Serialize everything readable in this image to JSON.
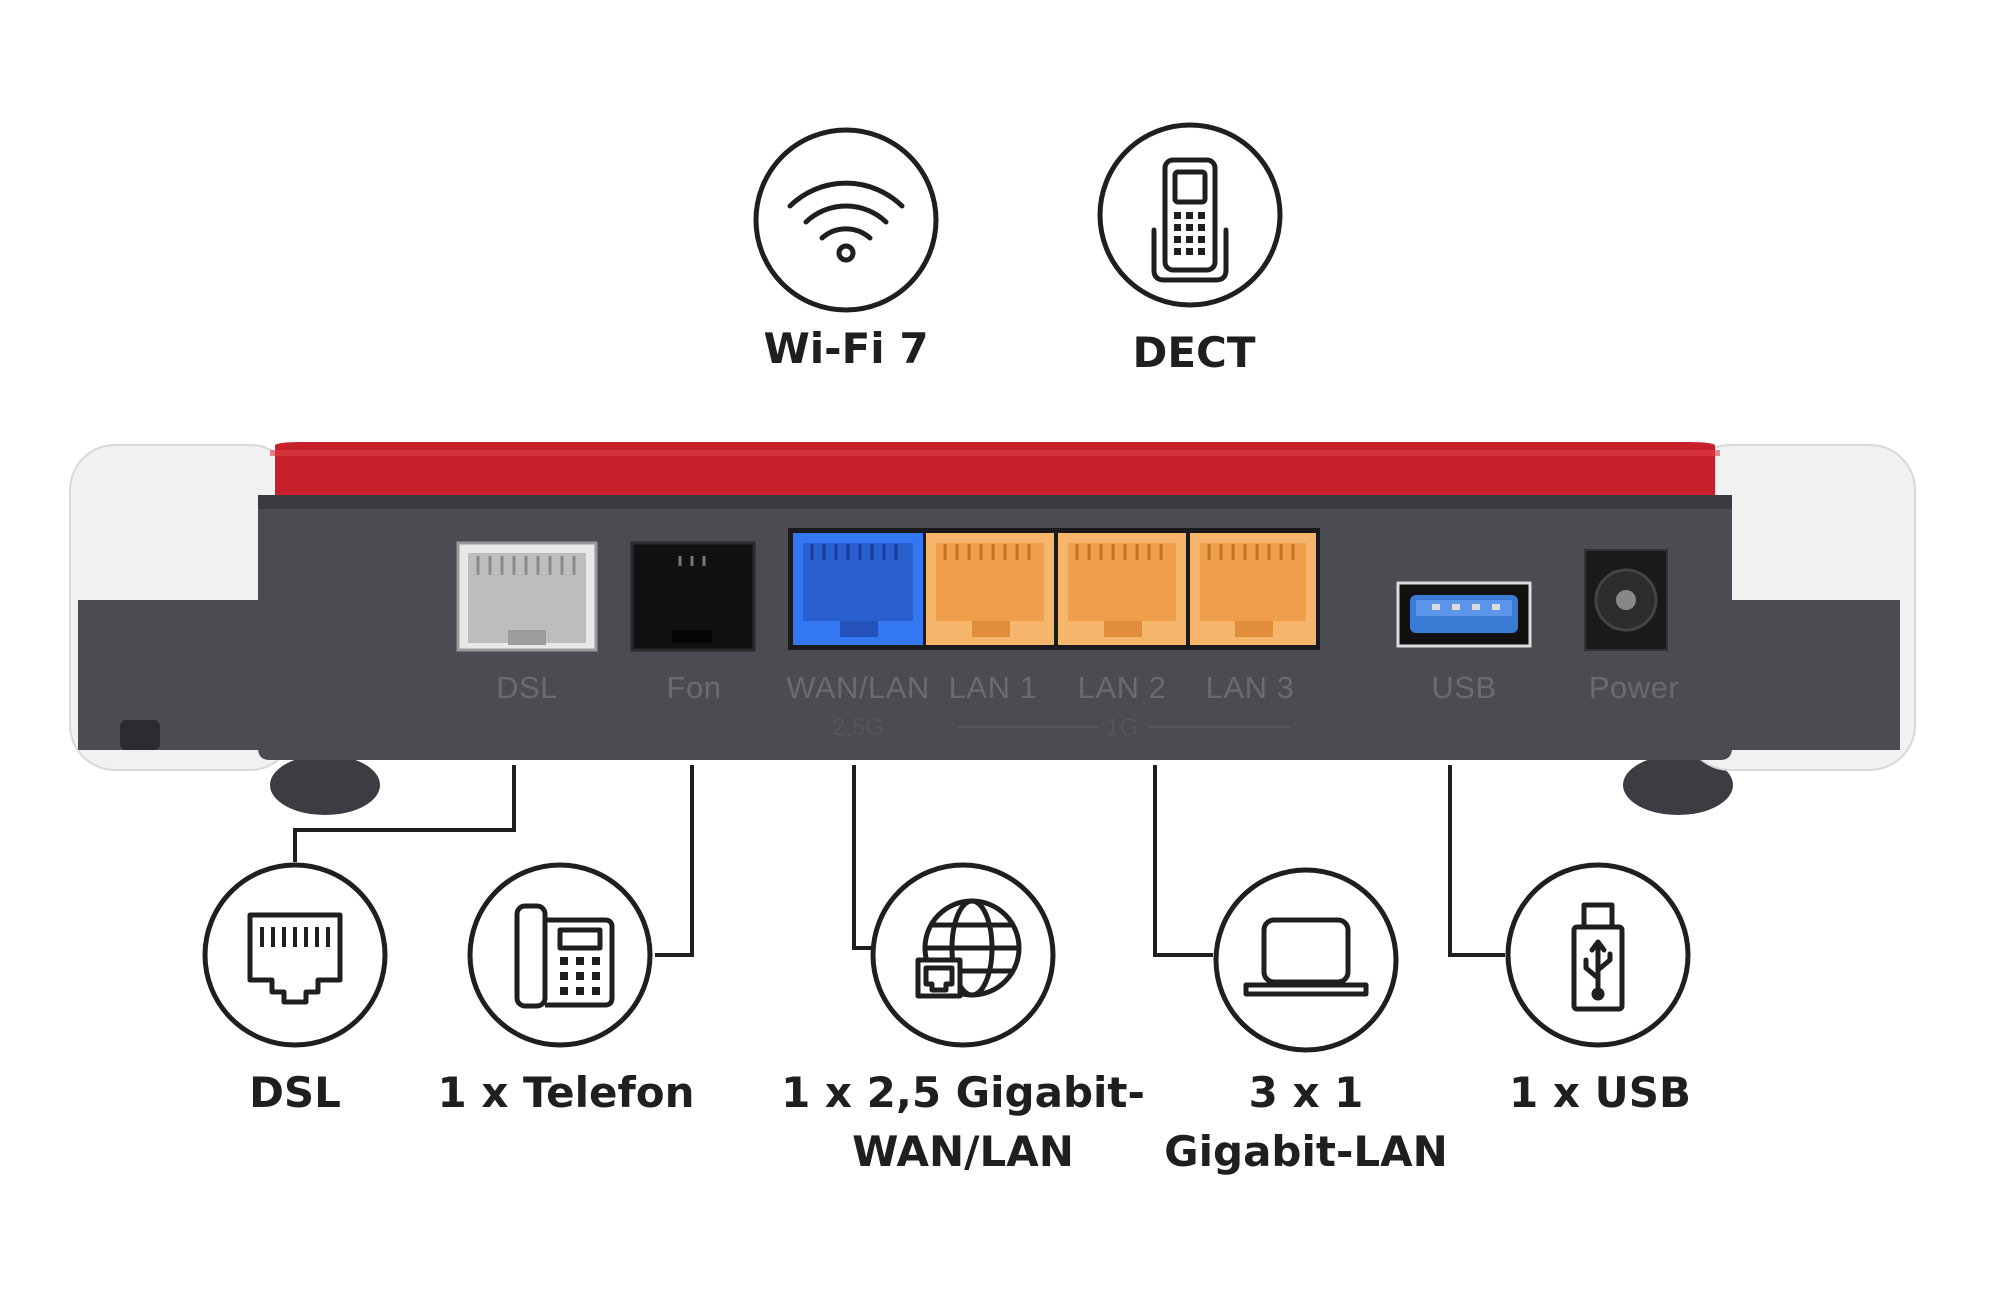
{
  "top_features": [
    {
      "label": "Wi-Fi 7",
      "icon": "wifi-icon"
    },
    {
      "label": "DECT",
      "icon": "dect-handset-icon"
    }
  ],
  "router": {
    "body_color": "#4b4b52",
    "top_color": "#c8202a",
    "ports": [
      {
        "label": "DSL",
        "color": "#c9c9c9"
      },
      {
        "label": "Fon",
        "color": "#111111"
      },
      {
        "label": "WAN/LAN",
        "color": "#2f6fe8"
      },
      {
        "label": "LAN 1",
        "color": "#f3a955"
      },
      {
        "label": "LAN 2",
        "color": "#f3a955"
      },
      {
        "label": "LAN 3",
        "color": "#f3a955"
      },
      {
        "label": "USB",
        "color": "#3a7bd5"
      },
      {
        "label": "Power",
        "color": "#1a1a1a"
      }
    ],
    "speed_wan": "2,5G",
    "speed_lan": "1G"
  },
  "bottom_features": [
    {
      "label_lines": [
        "DSL"
      ],
      "icon": "ethernet-port-icon"
    },
    {
      "label_lines": [
        "1 x Telefon"
      ],
      "icon": "desk-phone-icon"
    },
    {
      "label_lines": [
        "1 x 2,5 Gigabit-",
        "WAN/LAN"
      ],
      "icon": "globe-network-icon"
    },
    {
      "label_lines": [
        "3 x 1",
        "Gigabit-LAN"
      ],
      "icon": "laptop-icon"
    },
    {
      "label_lines": [
        "1 x USB"
      ],
      "icon": "usb-stick-icon"
    }
  ]
}
